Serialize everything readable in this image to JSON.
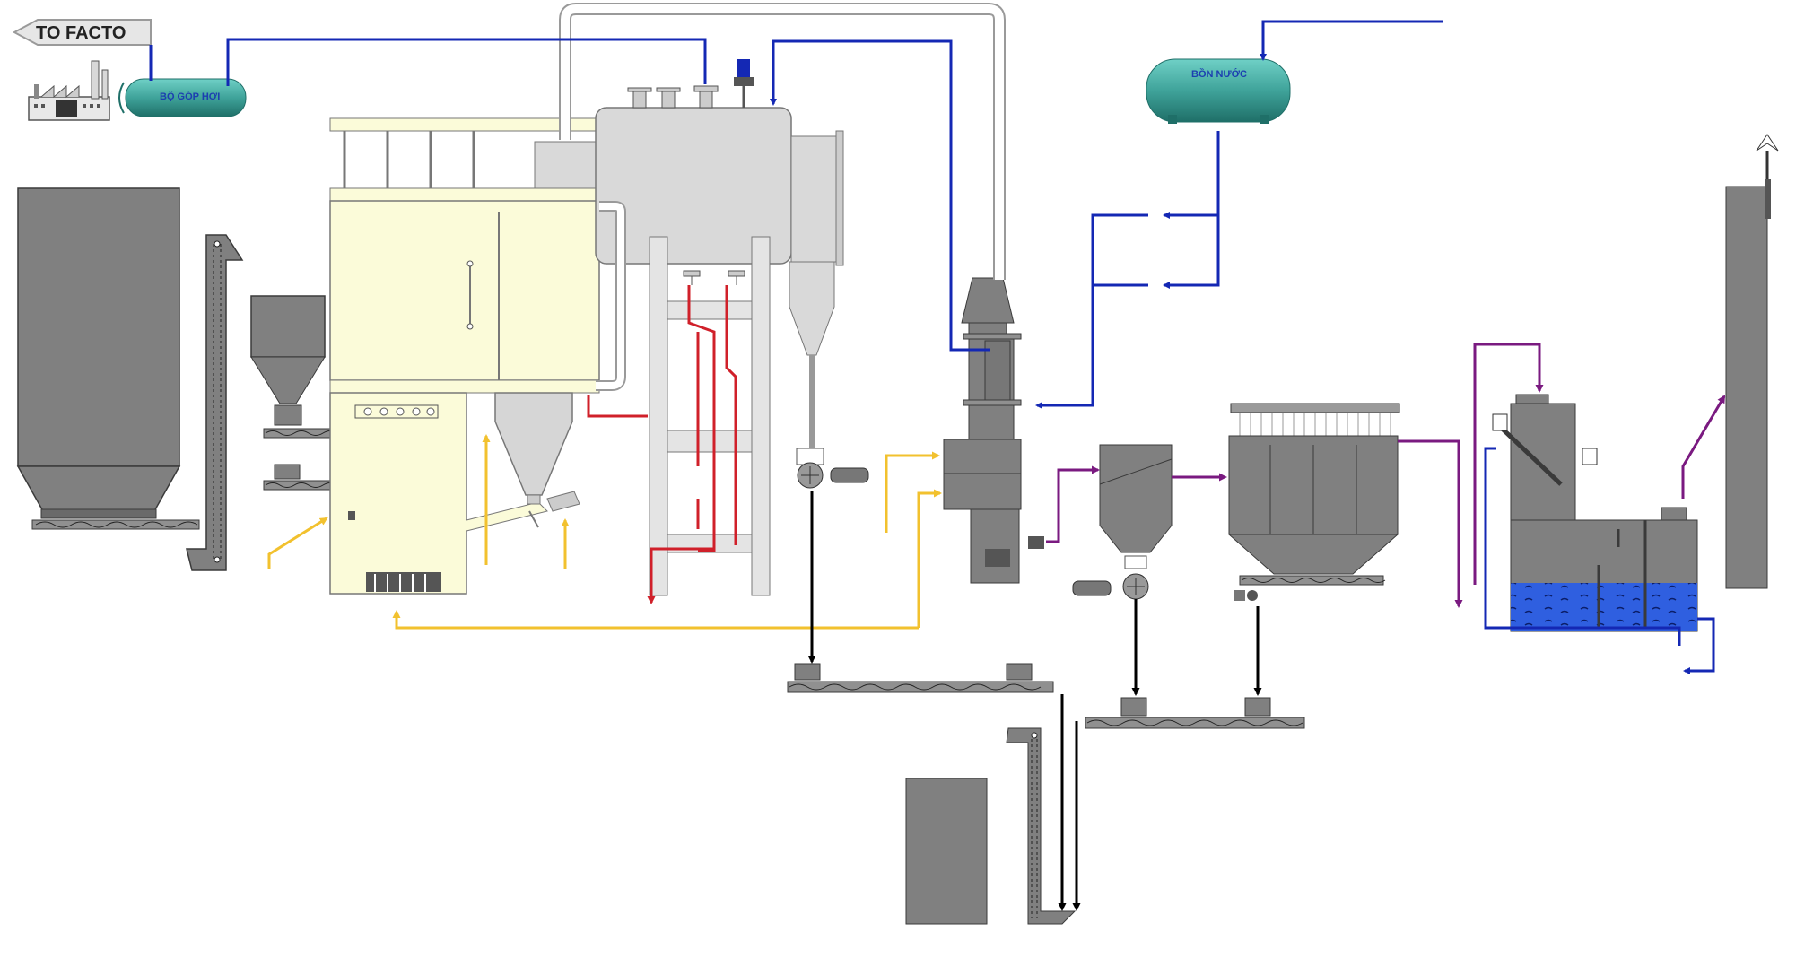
{
  "labels": {
    "to_factory": "TO FACTO",
    "steam_collector": "BỘ GÓP HƠI",
    "water_tank": "BỒN NƯỚC"
  },
  "colors": {
    "background": "#ffffff",
    "equipment": "#808080",
    "equipment_dark": "#5f5f5f",
    "equipment_outline": "#3a3a3a",
    "boiler_body": "#fbfbd9",
    "steam_drum": "#d9d9d9",
    "tank": "#3fa39a",
    "water": "#2f5fe0",
    "pipe_water": "#1428b4",
    "pipe_fuel_air": "#f2c12e",
    "pipe_hot": "#d0202a",
    "pipe_flue": "#7a1a80",
    "pipe_ash": "#000000"
  },
  "icons": {
    "factory": "factory-icon",
    "arrow_to_factory": "arrow-left-icon",
    "chimney_cap": "chimney-cap-icon"
  }
}
